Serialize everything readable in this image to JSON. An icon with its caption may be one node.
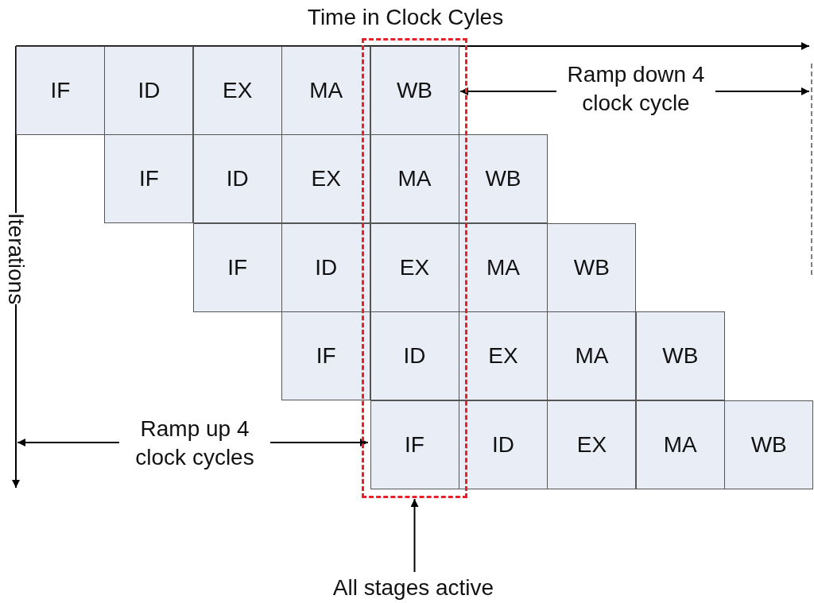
{
  "diagram": {
    "nodes": [
      {
        "text": [],
        "shape": "box"
      },
      {
        "text": [
          "IF"
        ]
      },
      {
        "text": [
          "ID"
        ]
      },
      {
        "text": [
          "EX"
        ]
      },
      {
        "text": [
          "MA"
        ]
      },
      {
        "text": [
          "WB"
        ],
        "in": 0
      },
      {
        "text": [
          "IF"
        ]
      },
      {
        "text": [
          "ID"
        ]
      },
      {
        "text": [
          "EX"
        ]
      },
      {
        "text": [
          "MA"
        ],
        "in": 0
      },
      {
        "text": [
          "WB"
        ]
      },
      {
        "text": [
          "IF"
        ]
      },
      {
        "text": [
          "ID"
        ]
      },
      {
        "text": [
          "EX"
        ],
        "in": 0
      },
      {
        "text": [
          "MA"
        ]
      },
      {
        "text": [
          "WB"
        ]
      },
      {
        "text": [
          "IF"
        ]
      },
      {
        "text": [
          "ID"
        ],
        "in": 0
      },
      {
        "text": [
          "EX"
        ]
      },
      {
        "text": [
          "MA"
        ]
      },
      {
        "text": [
          "WB"
        ]
      },
      {
        "text": [
          "IF"
        ],
        "in": 0
      },
      {
        "text": [
          "ID"
        ]
      },
      {
        "text": [
          "EX"
        ]
      },
      {
        "text": [
          "MA"
        ]
      },
      {
        "text": [
          "WB"
        ]
      },
      {
        "text": [
          "All stages active"
        ]
      }
    ],
    "edges": [
      {
        "from": 26,
        "to": 0,
        "arrow": "to"
      }
    ],
    "labels": [
      "Time in Clock Cyles",
      "Ramp down 4 clock cycle",
      "Iterations",
      "Ramp up 4 clock cycles"
    ]
  }
}
